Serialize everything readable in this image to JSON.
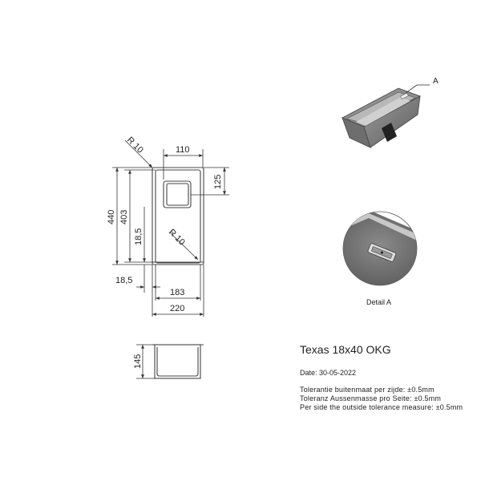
{
  "product": {
    "title": "Texas 18x40 OKG",
    "date": "Date: 30-05-2022",
    "tolerance_nl": "Tolerantie buitenmaat per zijde: ±0.5mm",
    "tolerance_de": "Toleranz Aussenmasse pro Seite: ±0.5mm",
    "tolerance_en": "Per side the outside tolerance measure: ±0.5mm"
  },
  "dimensions": {
    "outer_radius": "R 10",
    "inner_radius": "R 10",
    "drain_width": "110",
    "drain_height": "125",
    "outer_height": "440",
    "inner_height": "403",
    "wall_offset": "18,5",
    "bottom_offset": "18,5",
    "inner_width": "183",
    "outer_width": "220",
    "depth": "145"
  },
  "detail": {
    "callout": "A",
    "label": "Detail A"
  }
}
